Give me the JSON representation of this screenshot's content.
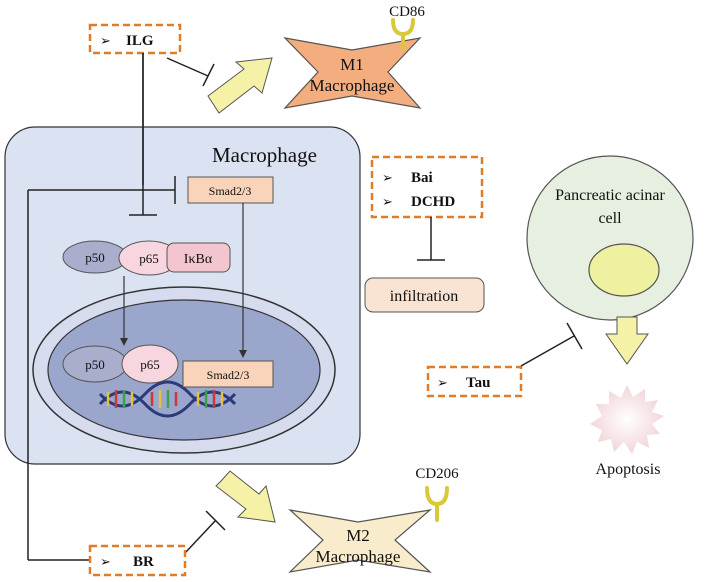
{
  "drugs": {
    "ilg": "ILG",
    "bai": "Bai",
    "dchd": "DCHD",
    "tau": "Tau",
    "br": "BR",
    "bullet": "➢"
  },
  "receptors": {
    "m1": "CD86",
    "m2": "CD206"
  },
  "cells": {
    "m1_line1": "M1",
    "m1_line2": "Macrophage",
    "m2_line1": "M2",
    "m2_line2": "Macrophage",
    "macrophage": "Macrophage",
    "acinar_line1": "Pancreatic acinar",
    "acinar_line2": "cell",
    "apoptosis": "Apoptosis"
  },
  "proteins": {
    "p50": "p50",
    "p65": "p65",
    "ikba": "IκBα",
    "smad": "Smad2/3"
  },
  "process": {
    "infiltration": "infiltration"
  },
  "colors": {
    "dashed_border": "#e07b28",
    "macrophage_fill": "#dbe3f2",
    "nucleus_fill": "#9aa6cc",
    "m1_fill": "#f4ad7e",
    "m2_fill": "#f8eccc",
    "arrow_fill": "#f5f2a8",
    "acinar_fill": "#e6efe0",
    "acinar_nucleus": "#eef2a0",
    "receptor": "#e6d84a",
    "smad_fill": "#f9d4ba"
  }
}
